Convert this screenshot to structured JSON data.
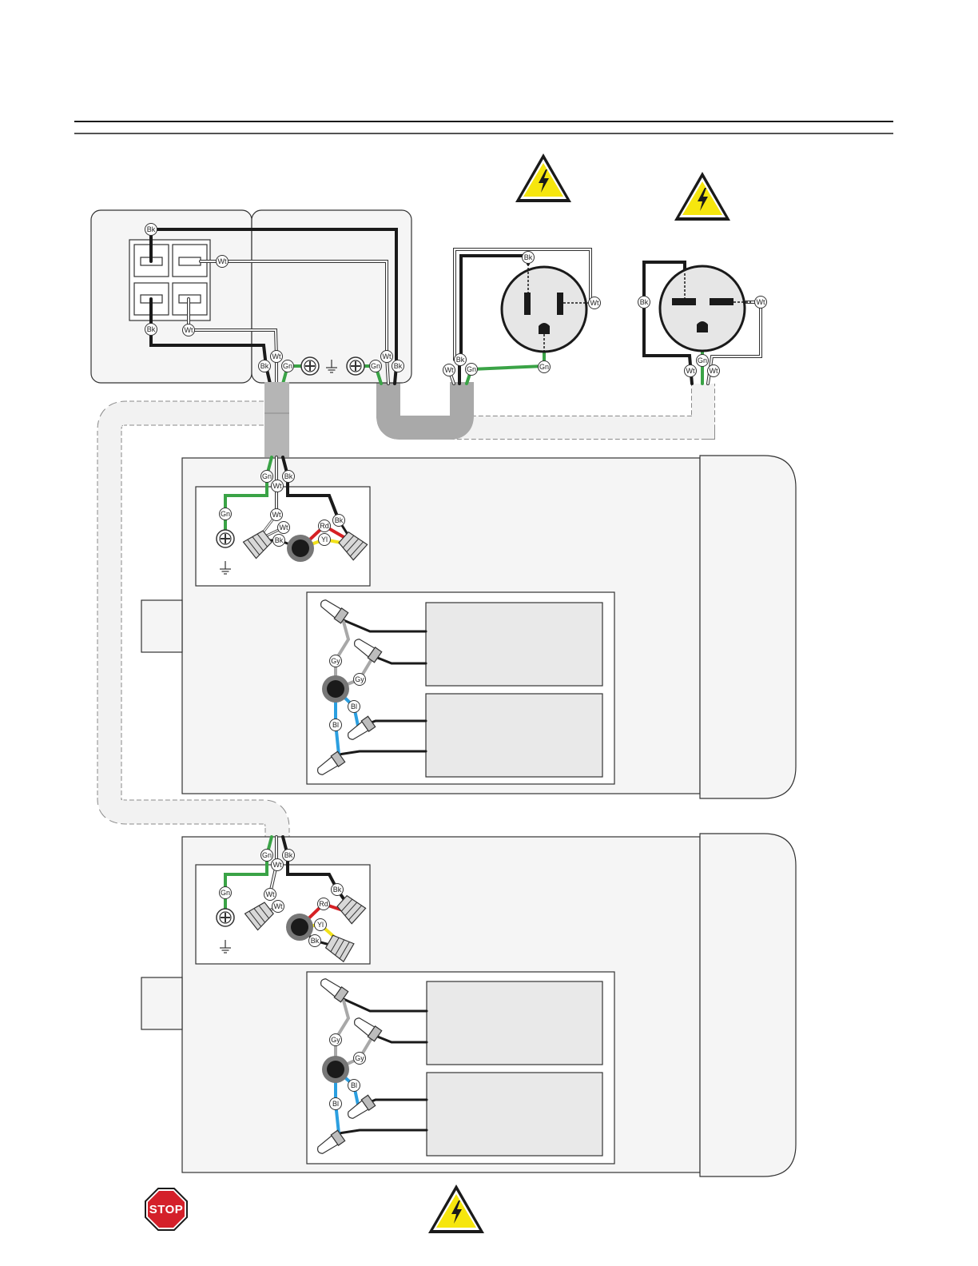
{
  "labels": {
    "bk": "Bk",
    "wt": "Wt",
    "gn": "Gn",
    "rd": "Rd",
    "yl": "Yl",
    "gy": "Gy",
    "bl": "Bl"
  },
  "icons": {
    "warning": "electrical-hazard-triangle",
    "stop": "stop-sign",
    "ground": "ground-symbol",
    "screw": "ground-screw"
  },
  "stop_sign": {
    "text": "STOP"
  },
  "colors": {
    "black_wire": "#1a1a1a",
    "white_wire": "#f4f4f4",
    "green_wire": "#3aa346",
    "red_wire": "#d62024",
    "yellow_wire": "#f2e21a",
    "gray_wire": "#a8a8a8",
    "blue_wire": "#2b9fe0",
    "warning_yellow": "#f6e60e",
    "stop_red": "#d4202a",
    "panel_fill": "#f5f5f5",
    "box_fill": "#e9e9e9"
  }
}
